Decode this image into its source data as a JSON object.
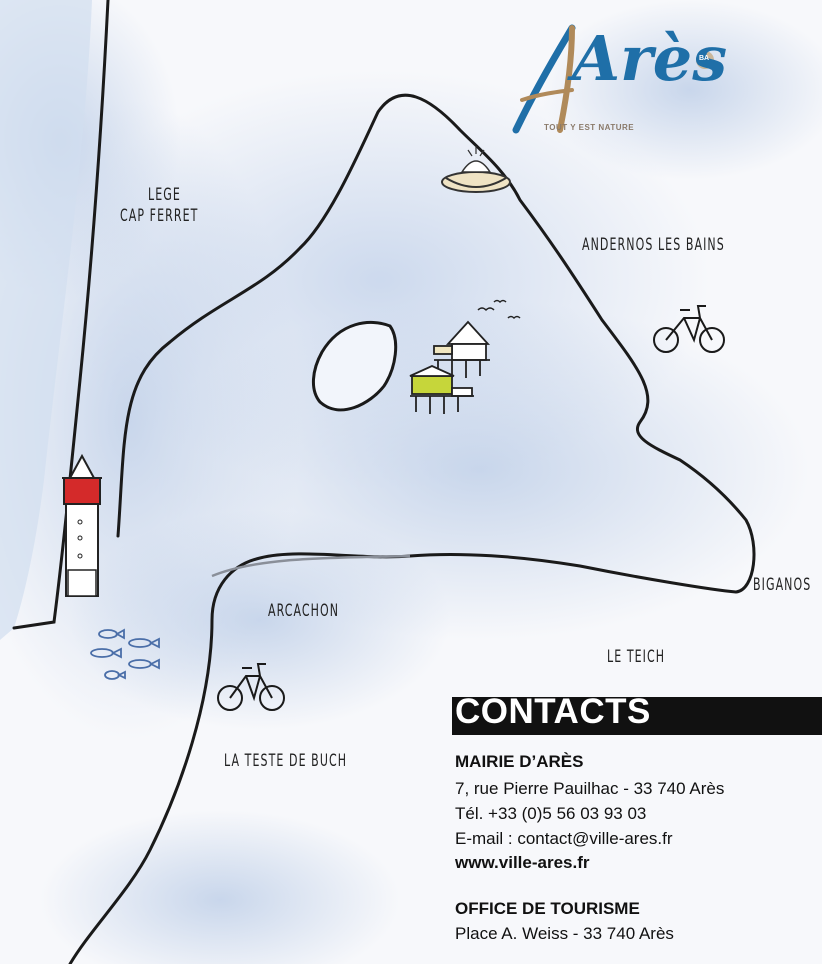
{
  "logo": {
    "wordmark": "Arès",
    "badge": "BA",
    "tagline": "TOUT Y EST NATURE"
  },
  "places": {
    "lege": "LEGE",
    "cap_ferret": "CAP FERRET",
    "andernos": "ANDERNOS LES BAINS",
    "arcachon": "ARCACHON",
    "biganos": "BIGANOS",
    "le_teich": "LE TEICH",
    "la_teste": "LA TESTE DE BUCH"
  },
  "contacts": {
    "title": "CONTACTS",
    "mairie": {
      "name": "MAIRIE D’ARÈS",
      "address": "7, rue Pierre Pauilhac - 33 740 Arès",
      "phone": "Tél. +33 (0)5 56 03 93 03",
      "email": "E-mail : contact@ville-ares.fr",
      "website": "www.ville-ares.fr"
    },
    "office": {
      "name": "OFFICE DE TOURISME",
      "address": "Place A. Weiss - 33 740 Arès"
    }
  },
  "colors": {
    "water": "#cfdcef",
    "coast": "#1a1a1a",
    "lighthouse_top": "#d42a2a",
    "cabin_green": "#c6d63a",
    "logo_blue": "#1f6fa8",
    "logo_gold": "#b08a5a"
  },
  "icons": [
    "lighthouse-icon",
    "fish-icon",
    "bicycle-icon",
    "boat-icon",
    "stilt-house-icon",
    "birds-icon"
  ]
}
